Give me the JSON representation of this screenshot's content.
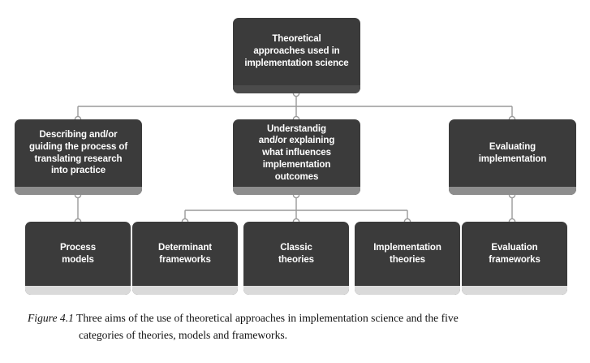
{
  "figure": {
    "number_label": "Figure 4.1",
    "caption_line1": "Three aims of the use of theoretical approaches in implementation science and the five",
    "caption_line2": "categories of theories, models and frameworks."
  },
  "colors": {
    "node_fill": "#3b3b3b",
    "node_text": "#ffffff",
    "footer_level1": "#4b4b4b",
    "footer_level2": "#8d8d8d",
    "footer_level3": "#dadada",
    "connector_line": "#9a9a9a",
    "connector_node_fill": "#ffffff",
    "background": "#ffffff"
  },
  "diagram": {
    "type": "hierarchy-tree",
    "levels": 3,
    "root": {
      "id": "root",
      "label": "Theoretical approaches used in implementation science",
      "lines": [
        "Theoretical",
        "approaches used in",
        "implementation science"
      ]
    },
    "aims": [
      {
        "id": "aim-describing",
        "label": "Describing and/or guiding the process of translating research into practice",
        "lines": [
          "Describing and/or",
          "guiding the process of",
          "translating research",
          "into practice"
        ]
      },
      {
        "id": "aim-understanding",
        "label": "Understandig and/or explaining what influences implementation outcomes",
        "lines": [
          "Understandig",
          "and/or explaining",
          "what influences",
          "implementation",
          "outcomes"
        ]
      },
      {
        "id": "aim-evaluating",
        "label": "Evaluating implementation",
        "lines": [
          "Evaluating",
          "implementation"
        ]
      }
    ],
    "categories": [
      {
        "id": "cat-process-models",
        "parent": "aim-describing",
        "label": "Process models",
        "lines": [
          "Process",
          "models"
        ]
      },
      {
        "id": "cat-determinant-frameworks",
        "parent": "aim-understanding",
        "label": "Determinant frameworks",
        "lines": [
          "Determinant",
          "frameworks"
        ]
      },
      {
        "id": "cat-classic-theories",
        "parent": "aim-understanding",
        "label": "Classic theories",
        "lines": [
          "Classic",
          "theories"
        ]
      },
      {
        "id": "cat-implementation-theories",
        "parent": "aim-understanding",
        "label": "Implementation theories",
        "lines": [
          "Implementation",
          "theories"
        ]
      },
      {
        "id": "cat-evaluation-frameworks",
        "parent": "aim-evaluating",
        "label": "Evaluation frameworks",
        "lines": [
          "Evaluation",
          "frameworks"
        ]
      }
    ]
  }
}
